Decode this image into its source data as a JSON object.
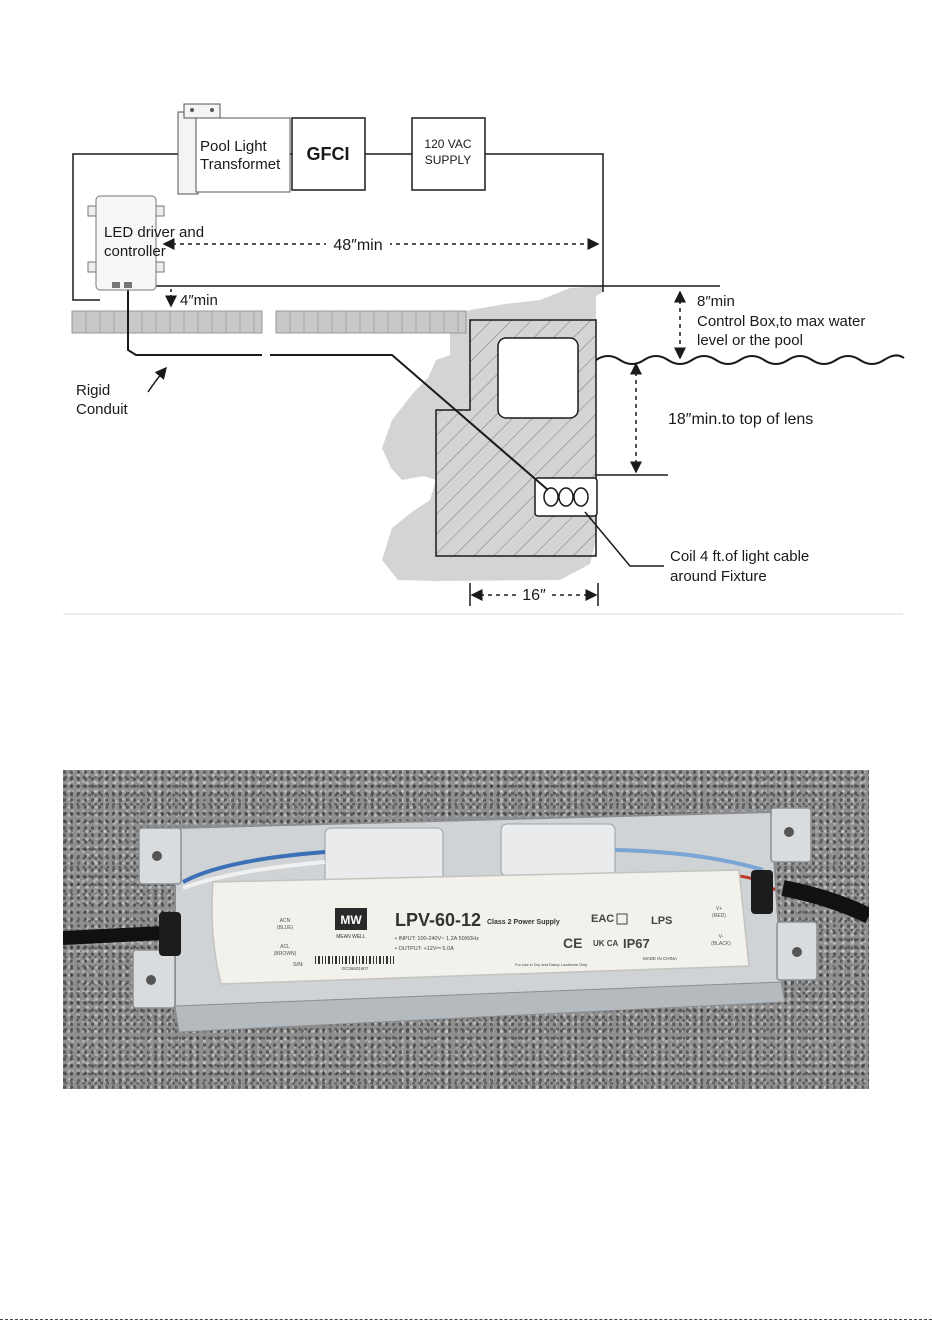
{
  "diagram": {
    "transformer_label": [
      "Pool Light",
      "Transformet"
    ],
    "gfci_label": "GFCI",
    "supply_label": [
      "120 VAC",
      "SUPPLY"
    ],
    "driver_label": [
      "LED driver and",
      "controller"
    ],
    "dim_48": "48″min",
    "dim_4": "4″min",
    "dim_8": "8″min",
    "control_box_note": [
      "Control Box,to max water",
      "level or the pool"
    ],
    "dim_18": "18″min.to top of lens",
    "rigid_conduit": [
      "Rigid",
      "Conduit"
    ],
    "coil_note": [
      "Coil 4 ft.of light cable",
      "around Fixture"
    ],
    "dim_16": "16″"
  },
  "photo": {
    "model": "LPV-60-12",
    "subtitle": "Class 2 Power Supply",
    "brand": "MEAN WELL",
    "brand_mark": "MW",
    "input_spec": "• INPUT:  100-240V~   1.2A   50/60Hz",
    "output_spec": "• OUTPUT:  +12V⎓    5.0A",
    "acn": [
      "ACN",
      "(BLUE)"
    ],
    "acl": [
      "ACL",
      "(BROWN)"
    ],
    "vplus": [
      "V+",
      "(RED)"
    ],
    "vminus": [
      "V-",
      "(BLACK)"
    ],
    "serial_prefix": "S/N:",
    "serial": "GC2660160?",
    "lps": "LPS",
    "ip_rating": "IP67",
    "made_in": "MADE IN CHINA",
    "usage_note": "For use in Dry and Damp Locations Only",
    "cert_eac": "EAC",
    "cert_ce": "CE",
    "cert_ukca": "UK CA"
  }
}
